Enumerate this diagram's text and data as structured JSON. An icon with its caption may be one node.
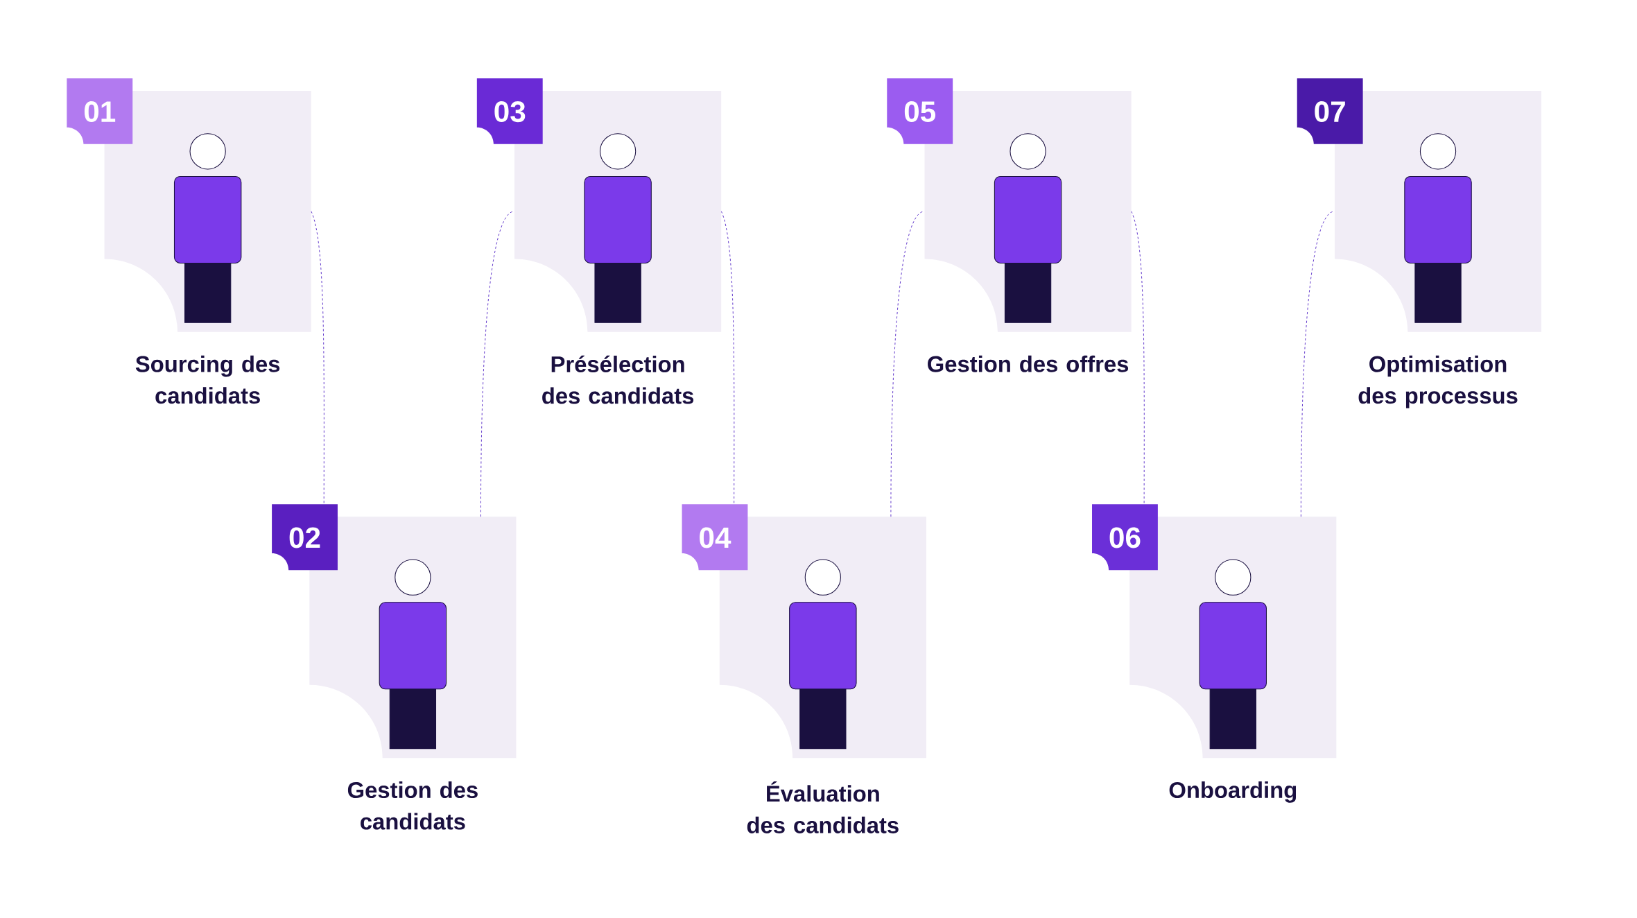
{
  "diagram": {
    "nodes": [
      {
        "text": [
          "01",
          "Sourcing des candidats"
        ]
      },
      {
        "text": [
          "02",
          "Gestion des candidats"
        ]
      },
      {
        "text": [
          "03",
          "Présélection des candidats"
        ]
      },
      {
        "text": [
          "04",
          "Évaluation des candidats"
        ]
      },
      {
        "text": [
          "05",
          "Gestion des offres"
        ]
      },
      {
        "text": [
          "06",
          "Onboarding"
        ]
      },
      {
        "text": [
          "07",
          "Optimisation des processus"
        ]
      }
    ],
    "edges": [
      {
        "from": 0,
        "to": 1,
        "arrow": "none",
        "style": "dashed"
      },
      {
        "from": 1,
        "to": 2,
        "arrow": "none",
        "style": "dashed"
      },
      {
        "from": 2,
        "to": 3,
        "arrow": "none",
        "style": "dashed"
      },
      {
        "from": 3,
        "to": 4,
        "arrow": "none",
        "style": "dashed"
      },
      {
        "from": 4,
        "to": 5,
        "arrow": "none",
        "style": "dashed"
      },
      {
        "from": 5,
        "to": 6,
        "arrow": "none",
        "style": "dashed"
      }
    ]
  }
}
